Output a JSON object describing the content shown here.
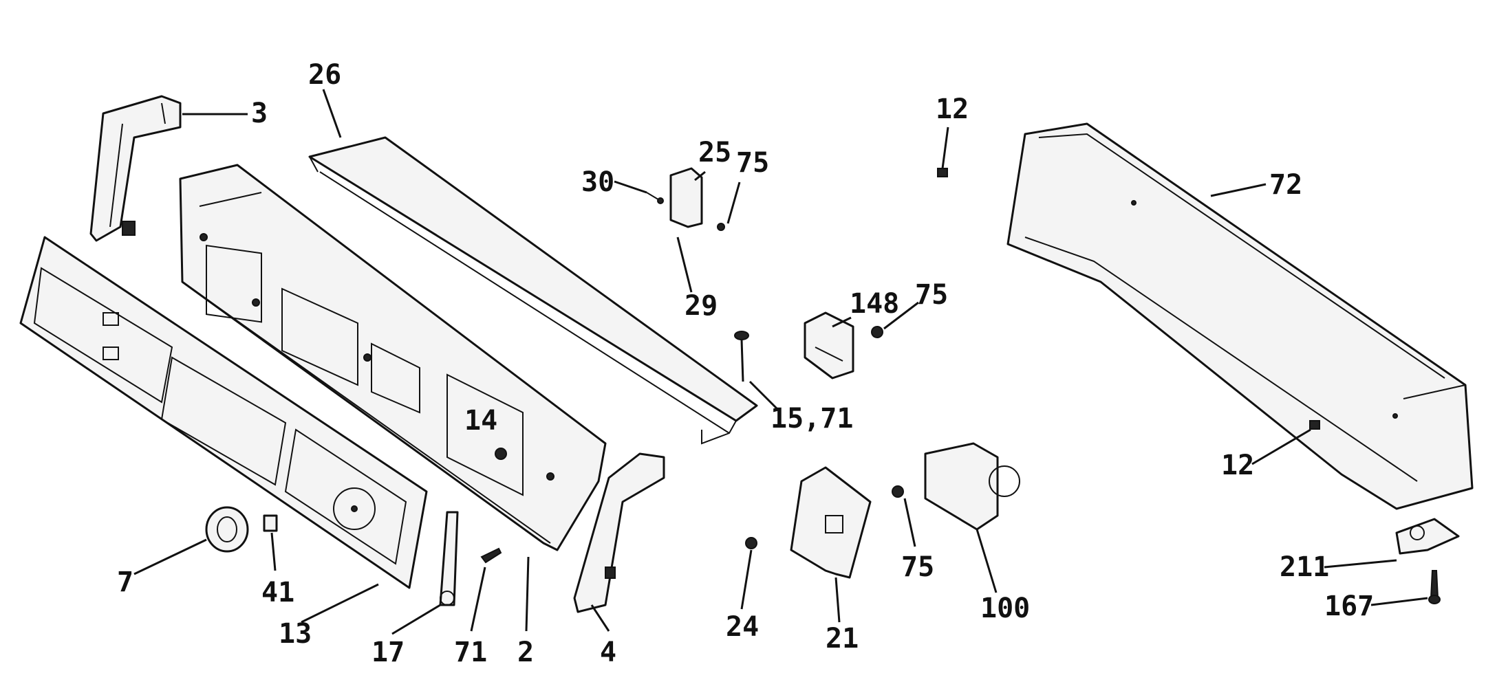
{
  "callouts": [
    {
      "id": "c26",
      "label": "26"
    },
    {
      "id": "c3",
      "label": "3"
    },
    {
      "id": "c30",
      "label": "30"
    },
    {
      "id": "c25",
      "label": "25"
    },
    {
      "id": "c75a",
      "label": "75"
    },
    {
      "id": "c29",
      "label": "29"
    },
    {
      "id": "c12a",
      "label": "12"
    },
    {
      "id": "c72",
      "label": "72"
    },
    {
      "id": "c148",
      "label": "148"
    },
    {
      "id": "c75b",
      "label": "75"
    },
    {
      "id": "c1571",
      "label": "15,71"
    },
    {
      "id": "c14",
      "label": "14"
    },
    {
      "id": "c12b",
      "label": "12"
    },
    {
      "id": "c75c",
      "label": "75"
    },
    {
      "id": "c100",
      "label": "100"
    },
    {
      "id": "c211",
      "label": "211"
    },
    {
      "id": "c167",
      "label": "167"
    },
    {
      "id": "c7",
      "label": "7"
    },
    {
      "id": "c41",
      "label": "41"
    },
    {
      "id": "c13",
      "label": "13"
    },
    {
      "id": "c17",
      "label": "17"
    },
    {
      "id": "c71",
      "label": "71"
    },
    {
      "id": "c2",
      "label": "2"
    },
    {
      "id": "c4",
      "label": "4"
    },
    {
      "id": "c24",
      "label": "24"
    },
    {
      "id": "c21",
      "label": "21"
    }
  ]
}
